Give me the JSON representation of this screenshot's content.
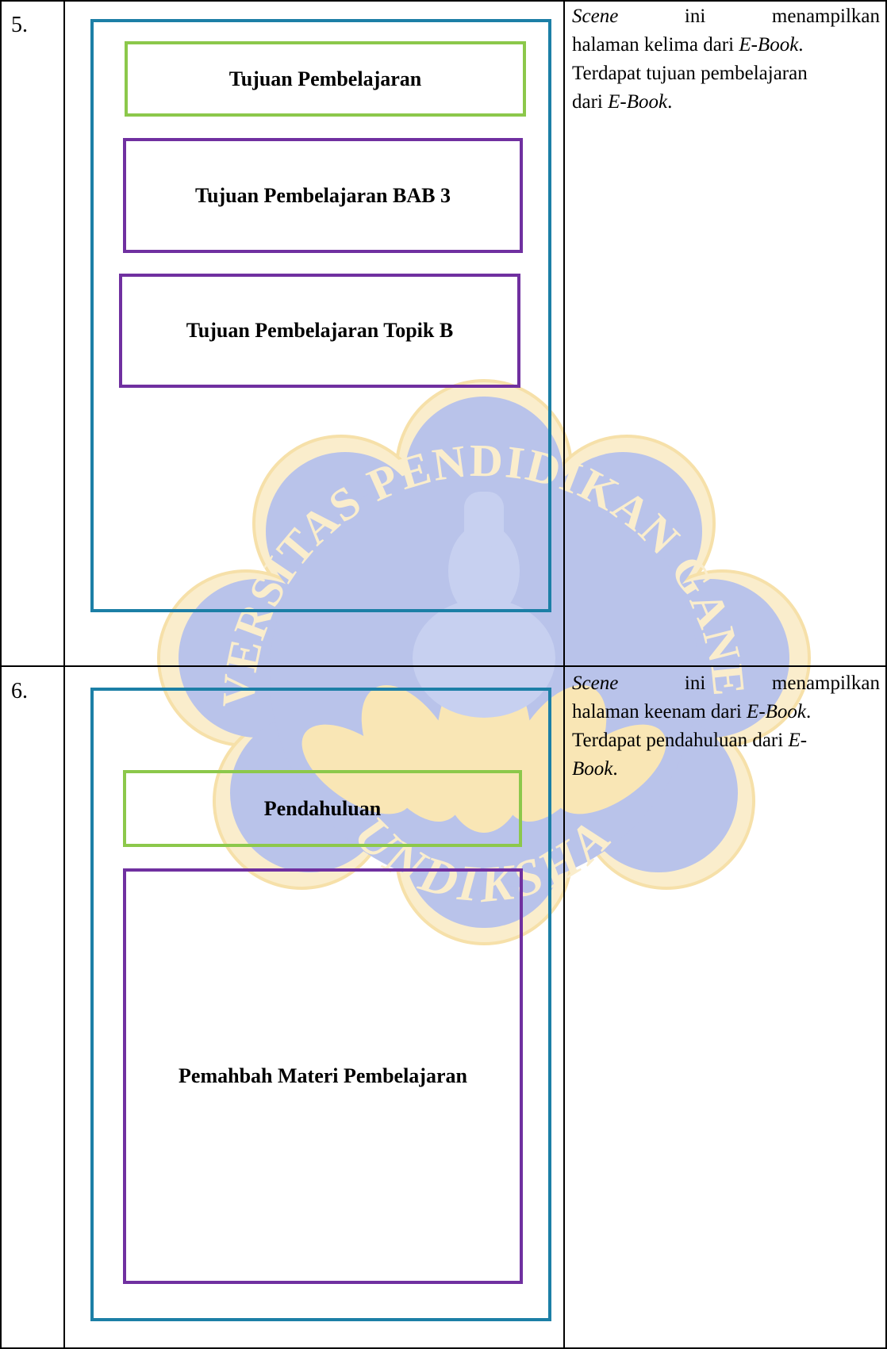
{
  "rows": [
    {
      "number": "5.",
      "boxes": {
        "title": "Tujuan Pembelajaran",
        "box2": "Tujuan Pembelajaran BAB 3",
        "box3": "Tujuan Pembelajaran Topik B"
      },
      "description": {
        "w1": "Scene",
        "w2": "ini",
        "w3": "menampilkan",
        "line2_text": "halaman kelima dari ",
        "line2_em": "E-Book",
        "line2_end": ".",
        "line3": "Terdapat tujuan pembelajaran",
        "line4_text": "dari ",
        "line4_em": "E-Book",
        "line4_end": "."
      }
    },
    {
      "number": "6.",
      "boxes": {
        "title": "Pendahuluan",
        "box2": "Pemahbah Materi Pembelajaran"
      },
      "description": {
        "w1": "Scene",
        "w2": "ini",
        "w3": "menampilkan",
        "line2_text": "halaman keenam dari ",
        "line2_em": "E-Book",
        "line2_end": ".",
        "line3_text": "Terdapat pendahuluan dari ",
        "line3_em": "E-",
        "line4_em": "Book",
        "line4_end": "."
      }
    }
  ],
  "watermark": {
    "arc_top": "UNIVERSITAS PENDIDIKAN GANESHA",
    "arc_bottom": "UNDIKSHA"
  },
  "colors": {
    "frame": "#1c7fa6",
    "title_box": "#8cc84b",
    "content_box": "#7030a0",
    "watermark_blue": "#3d5fc4",
    "watermark_gold": "#e8b020"
  }
}
